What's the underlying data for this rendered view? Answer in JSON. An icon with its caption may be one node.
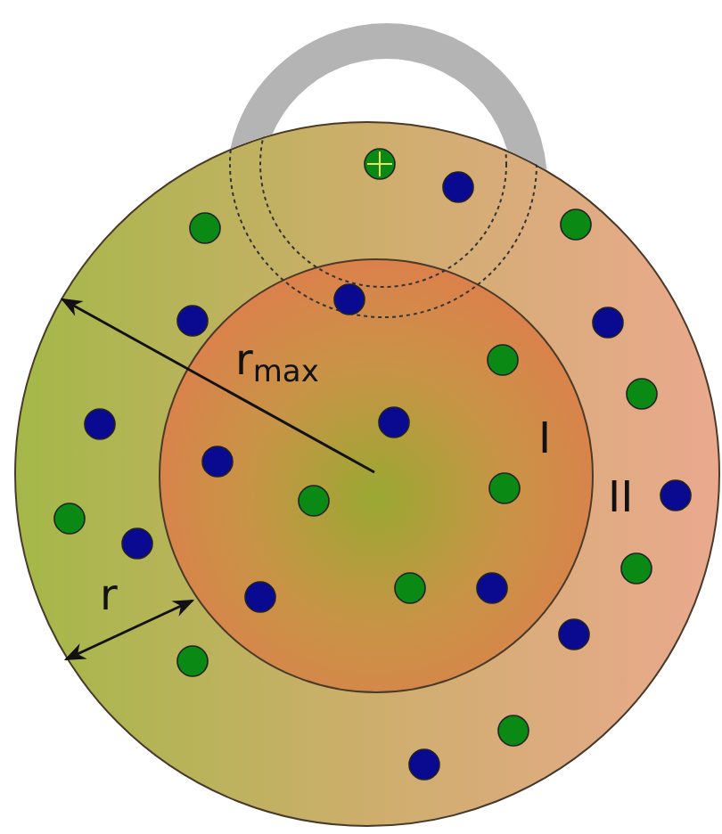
{
  "diagram": {
    "nodes": [
      {
        "text": [
          "II"
        ]
      },
      {
        "text": [
          "I"
        ],
        "in": 0
      }
    ],
    "labels": [
      "r$_{max}$",
      "r"
    ]
  }
}
